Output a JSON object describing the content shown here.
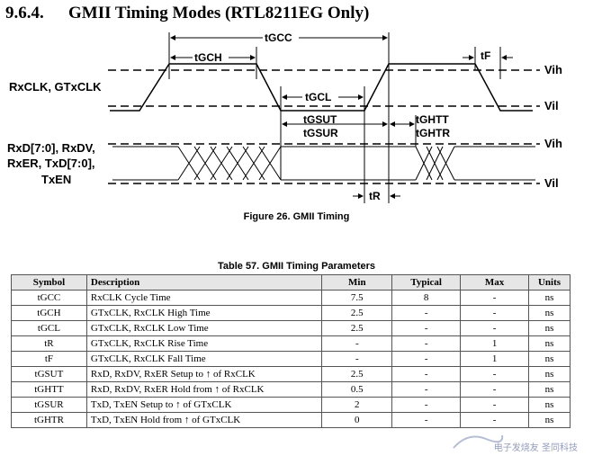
{
  "heading": {
    "number": "9.6.4.",
    "title": "GMII Timing Modes (RTL8211EG Only)"
  },
  "diagram": {
    "signals": {
      "clk": "RxCLK, GTxCLK",
      "data_line1": "RxD[7:0], RxDV,",
      "data_line2": "RxER, TxD[7:0],",
      "data_line3": "TxEN"
    },
    "levels": {
      "vih": "Vih",
      "vil": "Vil"
    },
    "timing_labels": {
      "tgcc": "tGCC",
      "tgch": "tGCH",
      "tf": "tF",
      "tgcl": "tGCL",
      "tgsut": "tGSUT",
      "tgsur": "tGSUR",
      "tghtt": "tGHTT",
      "tghtr": "tGHTR",
      "tr": "tR"
    },
    "caption": "Figure 26. GMII Timing"
  },
  "table": {
    "title": "Table 57. GMII Timing Parameters",
    "headers": [
      "Symbol",
      "Description",
      "Min",
      "Typical",
      "Max",
      "Units"
    ],
    "rows": [
      [
        "tGCC",
        "RxCLK Cycle Time",
        "7.5",
        "8",
        "-",
        "ns"
      ],
      [
        "tGCH",
        "GTxCLK, RxCLK High Time",
        "2.5",
        "-",
        "-",
        "ns"
      ],
      [
        "tGCL",
        "GTxCLK, RxCLK Low Time",
        "2.5",
        "-",
        "-",
        "ns"
      ],
      [
        "tR",
        "GTxCLK, RxCLK Rise Time",
        "-",
        "-",
        "1",
        "ns"
      ],
      [
        "tF",
        "GTxCLK, RxCLK Fall Time",
        "-",
        "-",
        "1",
        "ns"
      ],
      [
        "tGSUT",
        "RxD, RxDV, RxER Setup to ↑ of RxCLK",
        "2.5",
        "-",
        "-",
        "ns"
      ],
      [
        "tGHTT",
        "RxD, RxDV, RxER Hold from ↑ of RxCLK",
        "0.5",
        "-",
        "-",
        "ns"
      ],
      [
        "tGSUR",
        "TxD, TxEN Setup to ↑ of GTxCLK",
        "2",
        "-",
        "-",
        "ns"
      ],
      [
        "tGHTR",
        "TxD, TxEN Hold from ↑ of GTxCLK",
        "0",
        "-",
        "-",
        "ns"
      ]
    ]
  },
  "watermark": {
    "text": "电子发烧友 圣同科技"
  }
}
